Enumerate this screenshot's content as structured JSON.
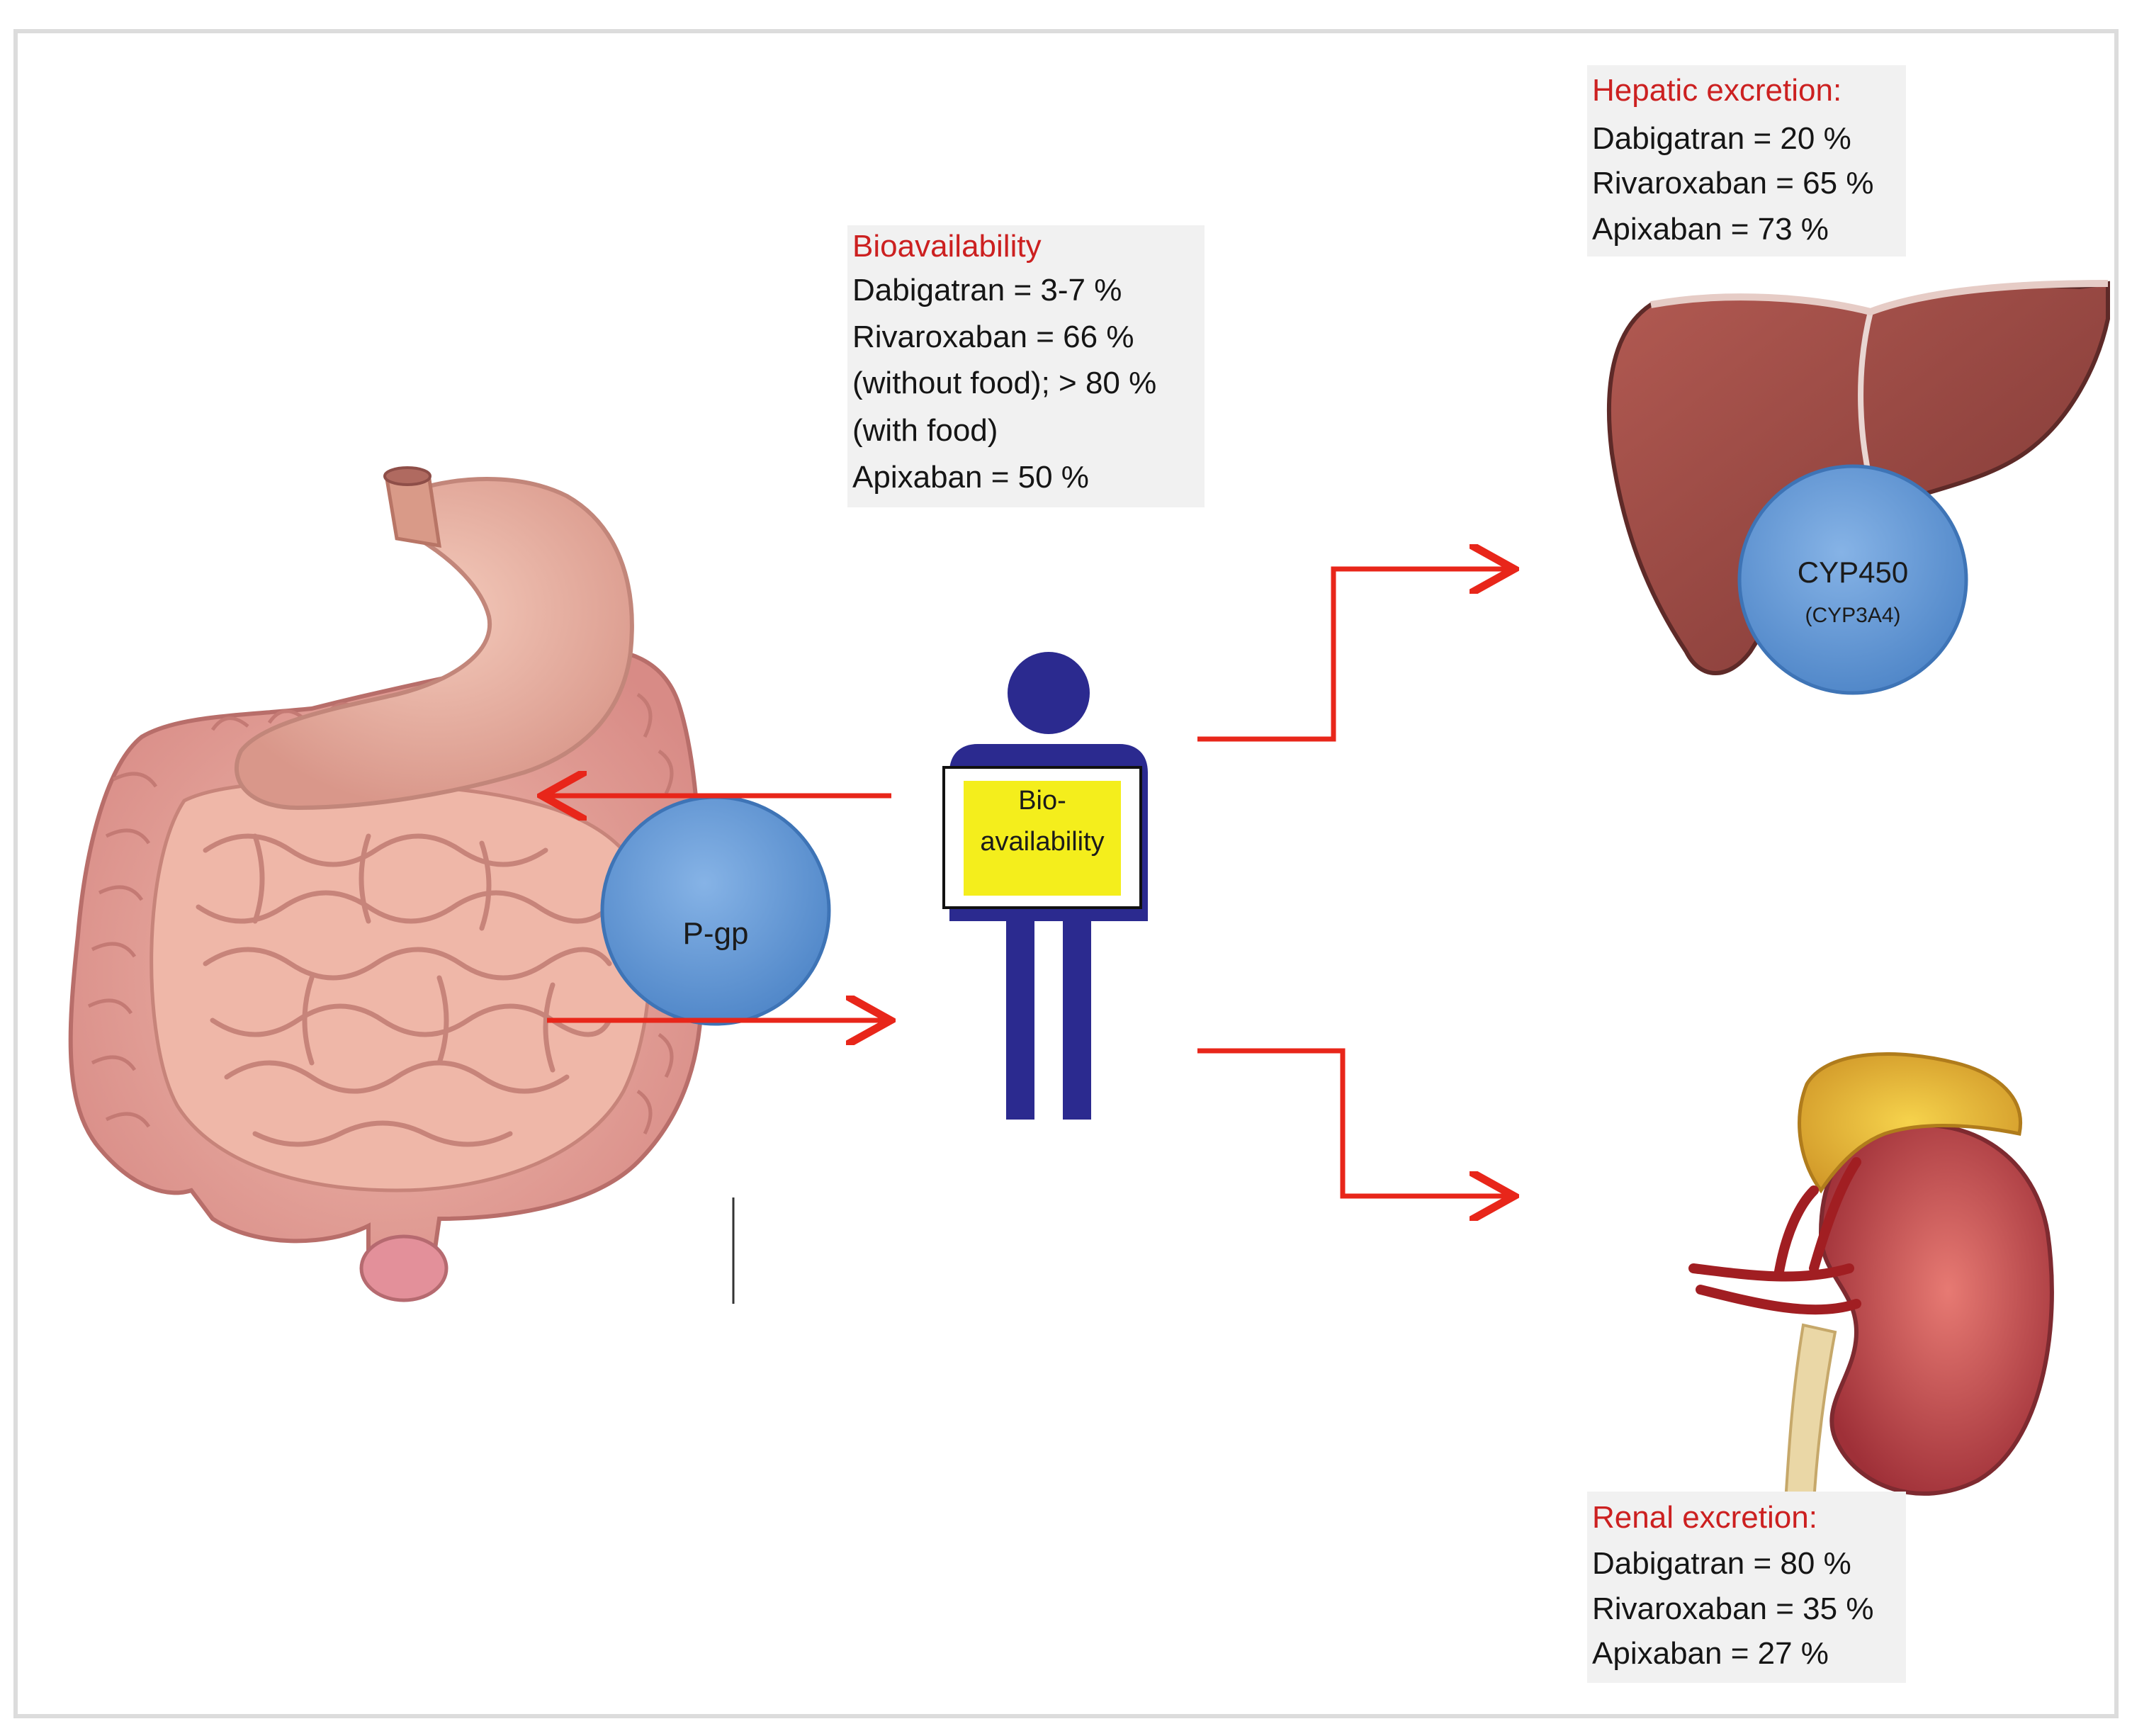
{
  "bioavailability": {
    "heading": "Bioavailability",
    "lines": [
      "Dabigatran = 3-7 %",
      "Rivaroxaban = 66 %",
      "(without food); > 80 %",
      "(with food)",
      "Apixaban = 50 %"
    ]
  },
  "hepatic": {
    "heading": "Hepatic excretion:",
    "lines": [
      "Dabigatran = 20 %",
      "Rivaroxaban = 65 %",
      "Apixaban = 73 %"
    ]
  },
  "renal": {
    "heading": "Renal excretion:",
    "lines": [
      "Dabigatran = 80 %",
      "Rivaroxaban = 35 %",
      "Apixaban = 27 %"
    ]
  },
  "person_sign": {
    "line1": "Bio-",
    "line2": "availability"
  },
  "pgp": {
    "label": "P-gp"
  },
  "cyp": {
    "label": "CYP450",
    "sublabel": "(CYP3A4)"
  },
  "colors": {
    "heading_red": "#cc2020",
    "arrow_red": "#e8261a",
    "person_blue": "#2b2a8f",
    "circle_blue": "#5f95d4",
    "sign_yellow": "#f4ee1c",
    "liver": "#9b4a45",
    "kidney": "#b9474a",
    "intestine": "#e6a69c",
    "stomach": "#e9b3a3"
  }
}
